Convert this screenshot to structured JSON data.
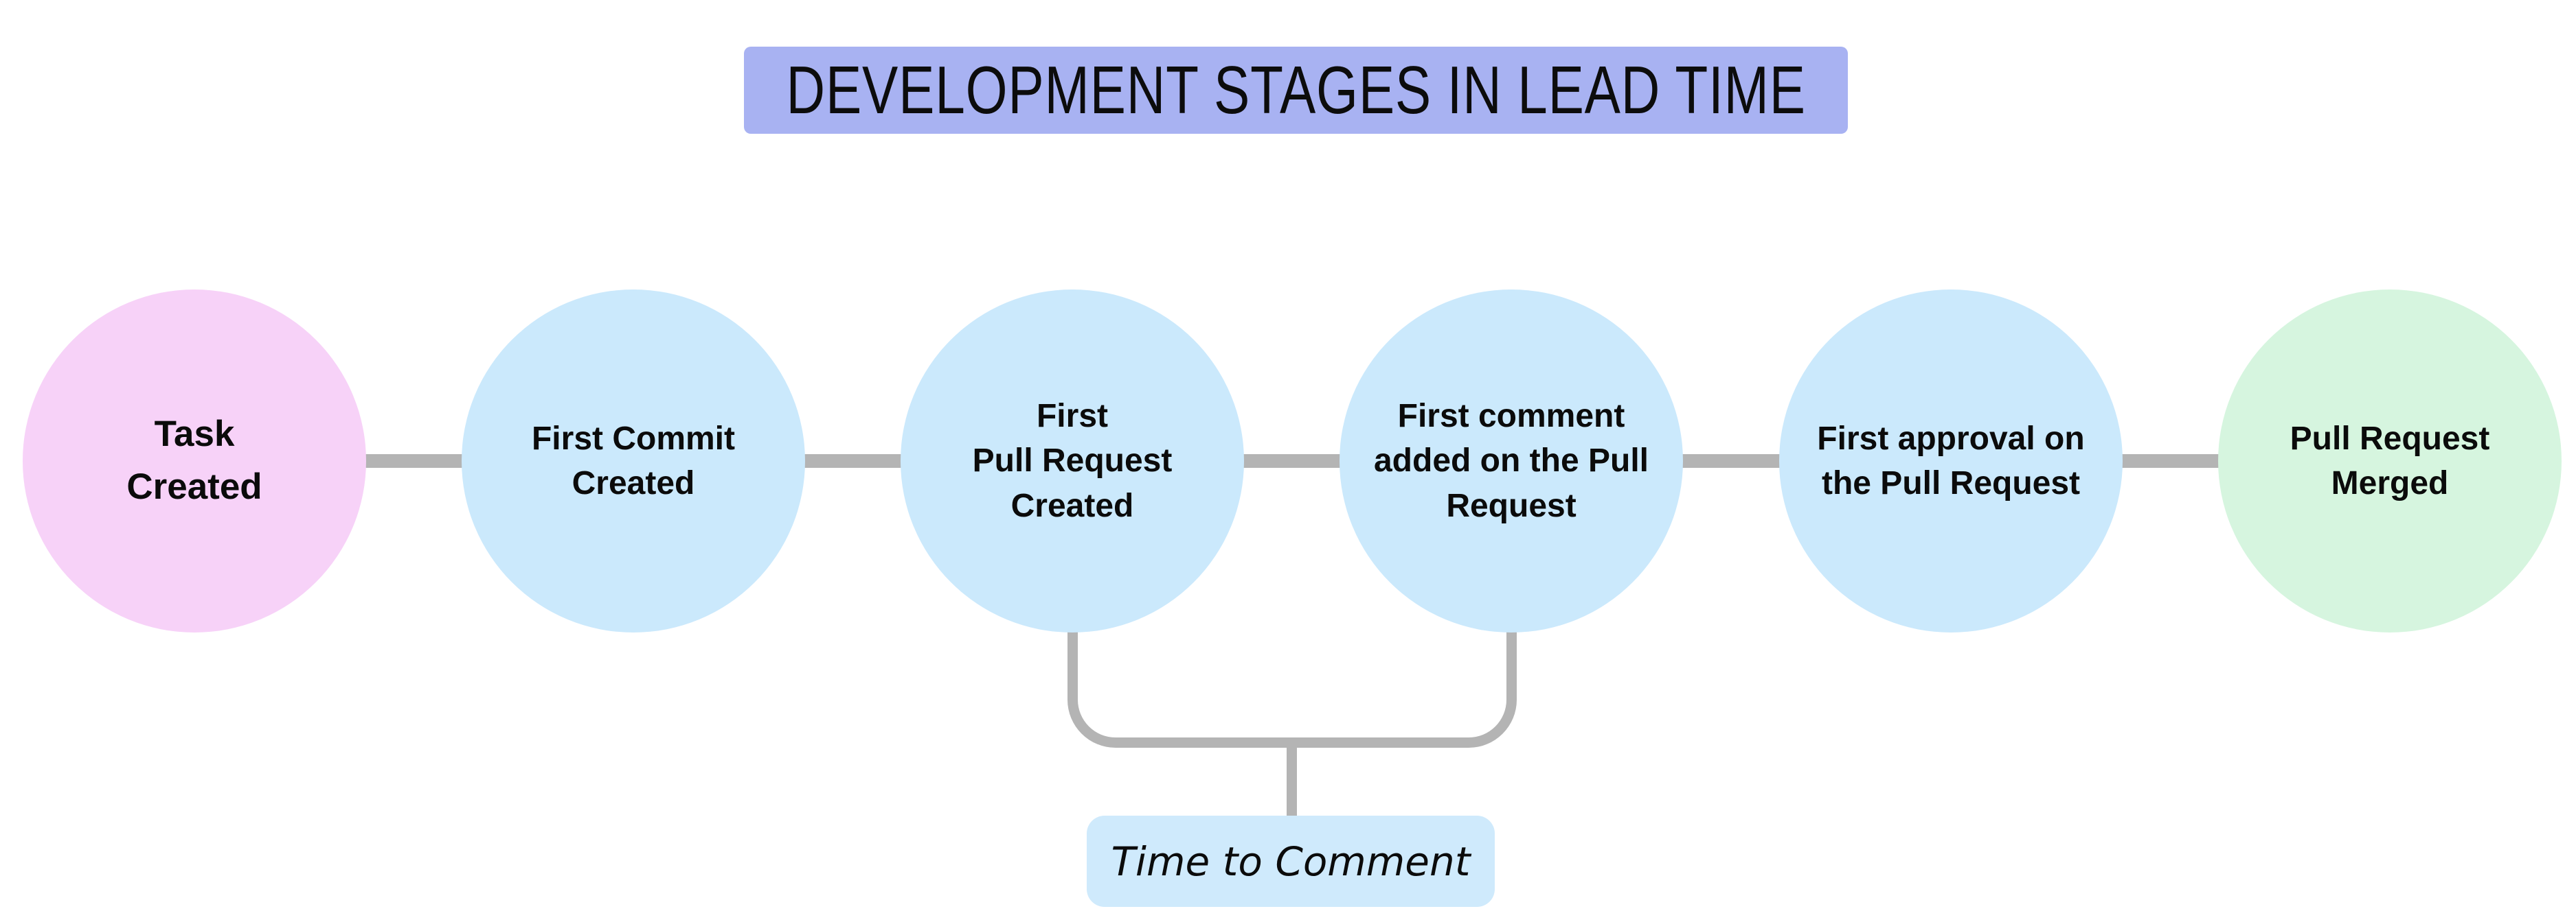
{
  "title": {
    "text": "DEVELOPMENT STAGES IN LEAD TIME",
    "bg": "#a8b2f2"
  },
  "stages": [
    {
      "lines": [
        "Task",
        "Created"
      ],
      "bg": "#f7d2f8"
    },
    {
      "lines": [
        "First Commit",
        "Created"
      ],
      "bg": "#cbe9fc"
    },
    {
      "lines": [
        "First",
        "Pull Request",
        "Created"
      ],
      "bg": "#cbe9fc"
    },
    {
      "lines": [
        "First comment",
        "added on the Pull",
        "Request"
      ],
      "bg": "#cbe9fc"
    },
    {
      "lines": [
        "First approval on",
        "the Pull Request"
      ],
      "bg": "#cbe9fc"
    },
    {
      "lines": [
        "Pull Request",
        "Merged"
      ],
      "bg": "#d6f5df"
    }
  ],
  "connector": {
    "color": "#b4b4b4"
  },
  "annotation": {
    "label": "Time to Comment",
    "bg": "#cfeafc"
  }
}
